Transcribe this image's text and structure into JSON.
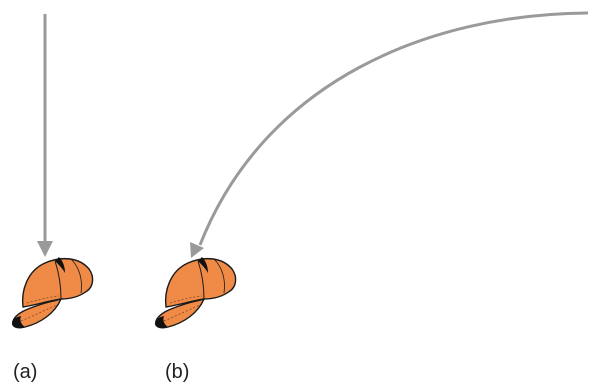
{
  "colors": {
    "arrow": "#9a9a9a",
    "cap_fill": "#ef8a47",
    "cap_outline": "#1a1a1a",
    "brim_tip": "#111111"
  },
  "panels": [
    {
      "label": "(a)",
      "arrow": "straight-down-arrow",
      "object": "baseball-cap-icon"
    },
    {
      "label": "(b)",
      "arrow": "curved-arrow",
      "object": "baseball-cap-icon"
    }
  ]
}
